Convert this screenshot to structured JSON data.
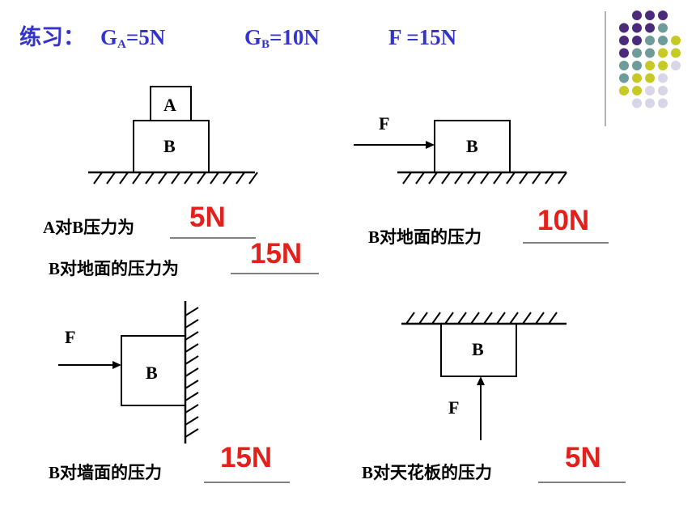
{
  "title": {
    "prefix": "练习：",
    "ga_symbol": "G",
    "ga_sub": "A",
    "ga_value": "=5N",
    "gb_symbol": "G",
    "gb_sub": "B",
    "gb_value": "=10N",
    "f_label": "F =15N"
  },
  "colors": {
    "title": "#3434cc",
    "answer": "#e3201b",
    "dot_purple": "#4b2a7c",
    "dot_teal": "#6e9c9a",
    "dot_yellow": "#c7c925",
    "dot_lilac": "#d6d6e8"
  },
  "diagram1": {
    "block_a": "A",
    "block_b": "B"
  },
  "diagram2": {
    "force": "F",
    "block_b": "B"
  },
  "diagram3": {
    "force": "F",
    "block_b": "B"
  },
  "diagram4": {
    "force": "F",
    "block_b": "B"
  },
  "questions": {
    "q1": {
      "text": "A对B压力为",
      "answer": "5N"
    },
    "q2": {
      "text": "B对地面的压力为",
      "answer": "15N"
    },
    "q3": {
      "text": "B对地面的压力",
      "answer": "10N"
    },
    "q4": {
      "text": "B对墙面的压力",
      "answer": "15N"
    },
    "q5": {
      "text": "B对天花板的压力",
      "answer": "5N"
    }
  }
}
